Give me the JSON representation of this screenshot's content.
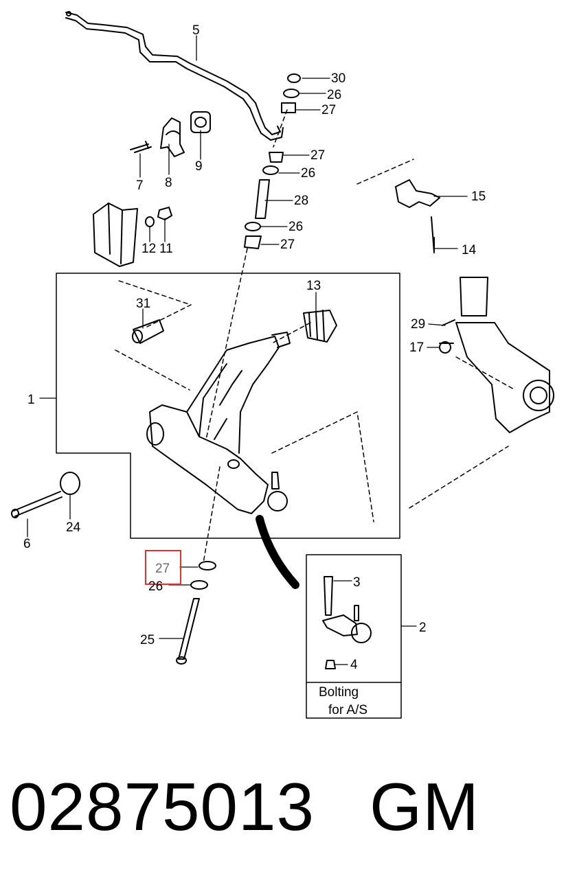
{
  "diagram": {
    "labels": {
      "l1": "1",
      "l2": "2",
      "l3": "3",
      "l4": "4",
      "l5": "5",
      "l6": "6",
      "l7": "7",
      "l8": "8",
      "l9": "9",
      "l11": "11",
      "l12": "12",
      "l13": "13",
      "l14": "14",
      "l15": "15",
      "l17": "17",
      "l24": "24",
      "l25": "25",
      "l26a": "26",
      "l26b": "26",
      "l26c": "26",
      "l26d": "26",
      "l27a": "27",
      "l27b": "27",
      "l27c": "27",
      "l27d": "27",
      "l28": "28",
      "l29": "29",
      "l30": "30",
      "l31": "31"
    },
    "highlight": {
      "label": "27",
      "color": "#e0312f"
    },
    "note": {
      "line1": "Bolting",
      "line2": "for  A/S"
    }
  },
  "footer": {
    "part_number": "02875013",
    "brand": "GM"
  }
}
